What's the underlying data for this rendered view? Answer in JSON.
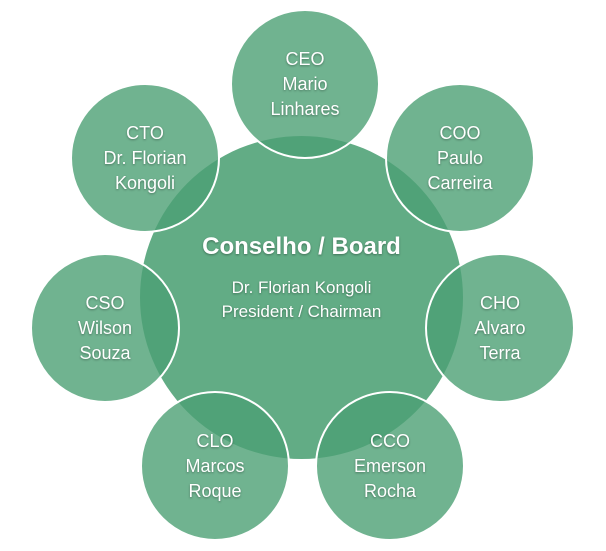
{
  "board": {
    "title": "Conselho / Board",
    "chair_name": "Dr. Florian Kongoli",
    "chair_role": "President / Chairman"
  },
  "members": {
    "ceo": {
      "lines": [
        "CEO",
        "Mario",
        "Linhares"
      ]
    },
    "coo": {
      "lines": [
        "COO",
        "Paulo",
        "Carreira"
      ]
    },
    "cho": {
      "lines": [
        "CHO",
        "Alvaro",
        "Terra"
      ]
    },
    "cco": {
      "lines": [
        "CCO",
        "Emerson",
        "Rocha"
      ]
    },
    "clo": {
      "lines": [
        "CLO",
        "Marcos",
        "Roque"
      ]
    },
    "cso": {
      "lines": [
        "CSO",
        "Wilson",
        "Souza"
      ]
    },
    "cto": {
      "lines": [
        "CTO",
        "Dr. Florian",
        "Kongoli"
      ]
    }
  },
  "colors": {
    "circle_fill": "#4ca074",
    "text": "#ffffff",
    "outline": "#ffffff"
  }
}
